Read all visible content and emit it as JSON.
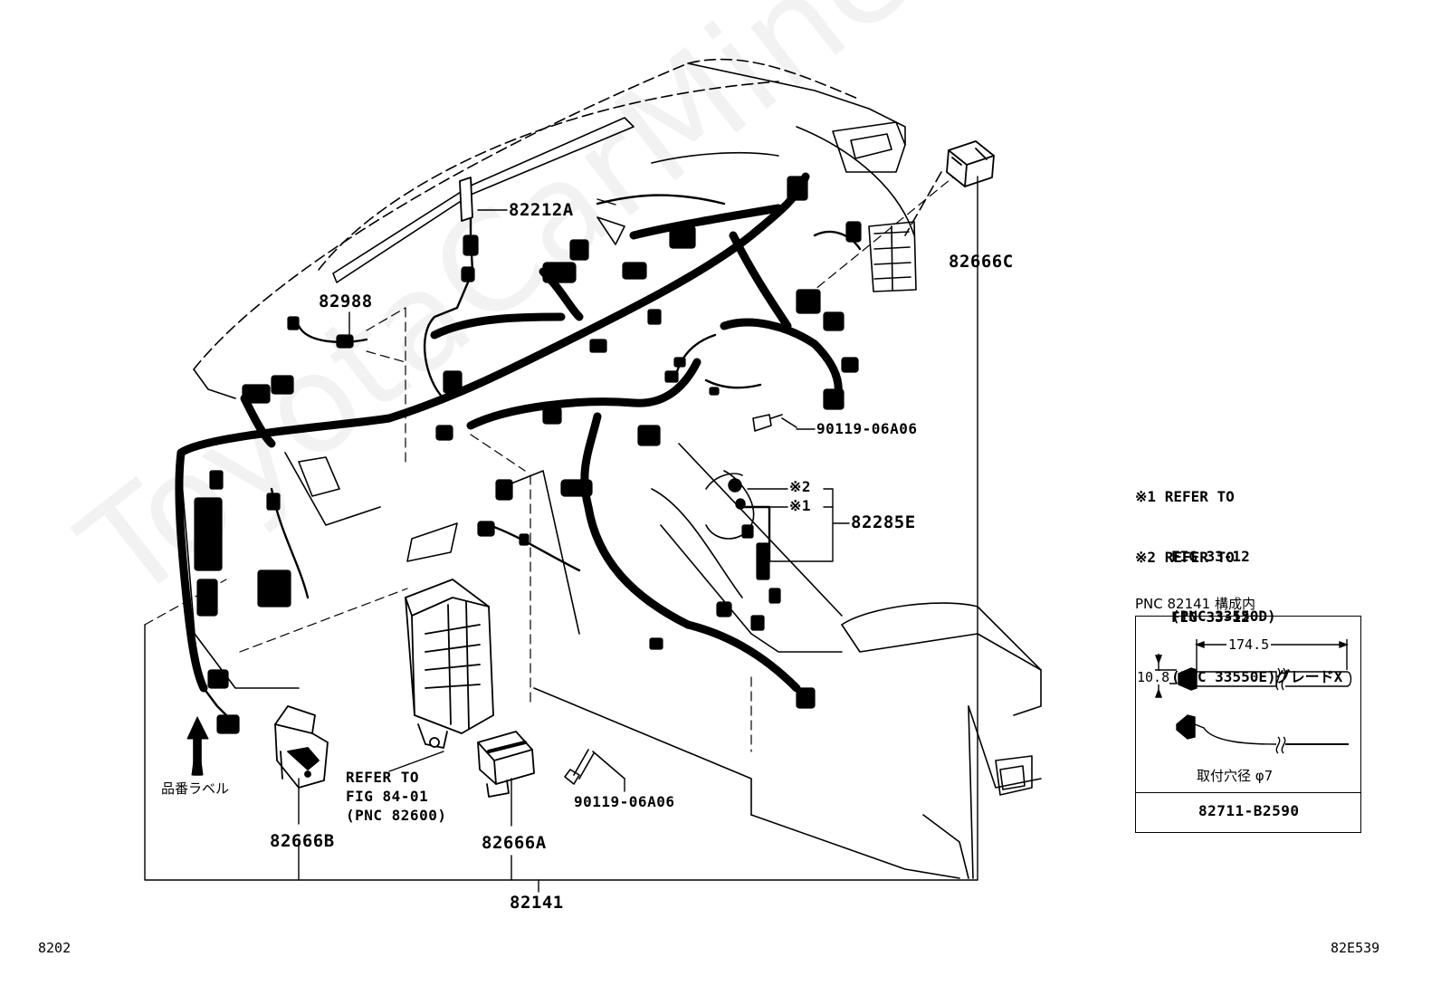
{
  "diagram": {
    "callouts": {
      "p82212A": "82212A",
      "p82988": "82988",
      "p82666C": "82666C",
      "p90119_upper": "90119-06A06",
      "p90119_lower": "90119-06A06",
      "p82285E": "82285E",
      "p82666B": "82666B",
      "p82666A": "82666A",
      "p82141": "82141",
      "mark2": "※2",
      "mark1": "※1",
      "label_jp": "品番ラベル"
    },
    "refer": {
      "line1": "REFER TO",
      "line2": "FIG 84-01",
      "line3": "(PNC 82600)"
    },
    "notes": [
      {
        "mark": "※1",
        "line1": "REFER TO",
        "line2": "FIG 33-12",
        "line3": "(PNC 33550D)"
      },
      {
        "mark": "※2",
        "line1": "REFER TO",
        "line2": "FIG 33-12",
        "line3": "(PNC 33550E)グレードX"
      }
    ],
    "inset": {
      "heading": "PNC 82141 構成内",
      "dim_length": "174.5",
      "dim_height": "10.8",
      "hole_label": "取付穴径 φ7",
      "part_number": "82711-B2590"
    },
    "footer": {
      "left": "8202",
      "right": "82E539"
    },
    "watermark": "ToyotaCarMine.ru"
  }
}
